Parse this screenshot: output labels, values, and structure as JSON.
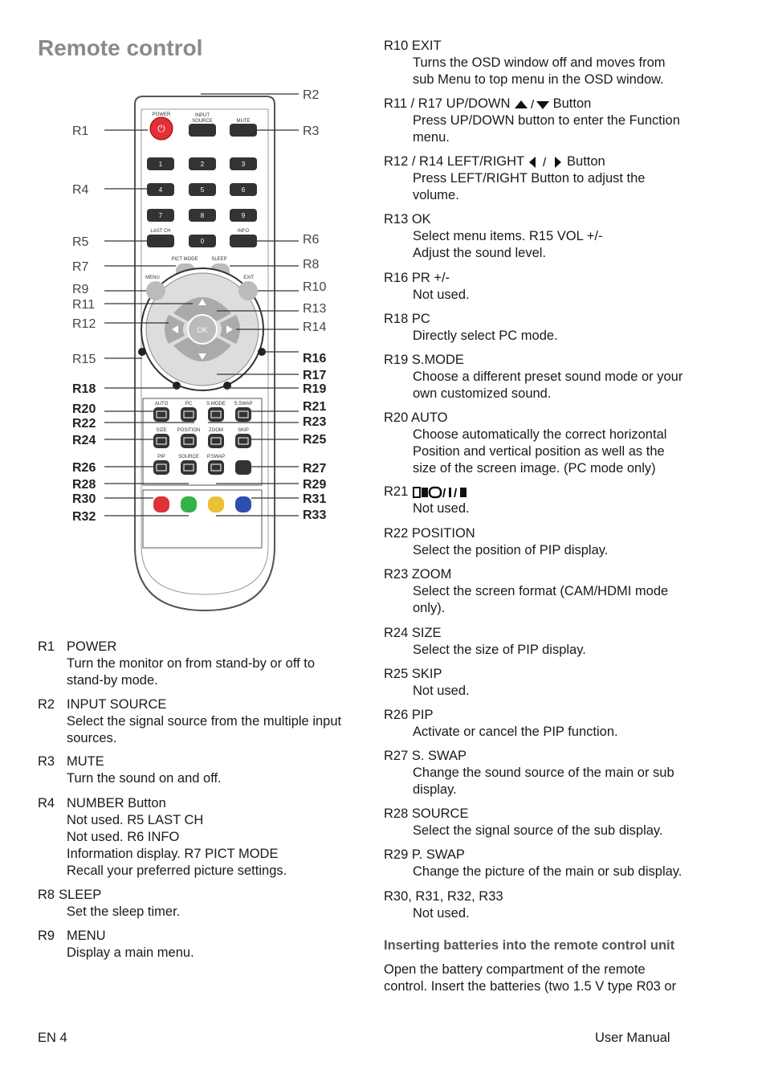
{
  "page": {
    "title": "Remote control",
    "footer_left": "EN 4",
    "footer_right": "User Manual"
  },
  "diagram": {
    "labels": [
      "R1",
      "R2",
      "R3",
      "R4",
      "R5",
      "R6",
      "R7",
      "R8",
      "R9",
      "R10",
      "R11",
      "R12",
      "R13",
      "R14",
      "R15",
      "R16",
      "R17",
      "R18",
      "R19",
      "R20",
      "R21",
      "R22",
      "R23",
      "R24",
      "R25",
      "R26",
      "R27",
      "R28",
      "R29",
      "R30",
      "R31",
      "R32",
      "R33"
    ],
    "keys": {
      "power": "POWER",
      "input": "INPUT SOURCE",
      "mute": "MUTE",
      "digits": [
        "1",
        "2",
        "3",
        "4",
        "5",
        "6",
        "7",
        "8",
        "9"
      ],
      "last_ch": "LAST CH",
      "zero": "0",
      "info": "INFO",
      "pict": "PICT MODE",
      "sleep": "SLEEP",
      "menu": "MENU",
      "exit": "EXIT",
      "ok": "OK",
      "auto": "AUTO",
      "pc": "PC",
      "smode": "S.MODE",
      "sswap": "S.SWAP",
      "size": "SIZE",
      "position": "POSITION",
      "zoom": "ZOOM",
      "skip": "SKIP",
      "pip": "PIP",
      "source": "SOURCE",
      "pswap": "P.SWAP"
    },
    "colors": {
      "red": "#e03038",
      "green": "#34b24a",
      "yellow": "#e9c23a",
      "blue": "#2e4fb0"
    }
  },
  "left_entries": [
    {
      "code": "R1",
      "name": "POWER",
      "desc": [
        "Turn the monitor on from stand-by or off to",
        "stand-by mode."
      ]
    },
    {
      "code": "R2",
      "name": "INPUT SOURCE",
      "desc": [
        "Select the signal source from the multiple input",
        "sources."
      ]
    },
    {
      "code": "R3",
      "name": "MUTE",
      "desc": [
        "Turn the sound on and off."
      ]
    },
    {
      "code": "R4",
      "name": "NUMBER Button",
      "desc": [
        "Not used. R5 LAST CH",
        "Not used. R6 INFO",
        "Information display. R7 PICT MODE",
        "Recall your preferred picture settings."
      ]
    },
    {
      "code": "R8",
      "name": "SLEEP",
      "desc": [
        "Set the sleep timer."
      ]
    },
    {
      "code": "R9",
      "name": "MENU",
      "desc": [
        "Display a main menu."
      ]
    }
  ],
  "right_entries": [
    {
      "head": "R10 EXIT",
      "desc": [
        "Turns the OSD window off and moves from",
        "sub Menu to top menu in the OSD window."
      ]
    },
    {
      "head": "R11 / R17 UP/DOWN",
      "head_suffix": "Button",
      "desc": [
        "Press UP/DOWN button to enter the Function",
        "menu."
      ]
    },
    {
      "head": "R12 / R14 LEFT/RIGHT",
      "head_suffix": "Button",
      "desc": [
        "Press LEFT/RIGHT Button to adjust the",
        "volume."
      ]
    },
    {
      "head": "R13 OK",
      "desc": [
        "Select menu items. R15 VOL +/-",
        "Adjust the sound level."
      ]
    },
    {
      "head": "R16 PR +/-",
      "desc": [
        "Not used."
      ]
    },
    {
      "head": "R18 PC",
      "desc": [
        "Directly select PC mode."
      ]
    },
    {
      "head": "R19 S.MODE",
      "desc": [
        "Choose a different preset sound mode or your",
        "own customized sound."
      ]
    },
    {
      "head": "R20 AUTO",
      "desc": [
        "Choose automatically the correct horizontal",
        "Position and vertical position as well as the",
        "size of the screen image. (PC mode only)"
      ]
    },
    {
      "head": "R21",
      "desc": [
        "Not used."
      ]
    },
    {
      "head": "R22 POSITION",
      "desc": [
        "Select the position of PIP display."
      ]
    },
    {
      "head": "R23 ZOOM",
      "desc": [
        "Select the screen format (CAM/HDMI mode",
        "only)."
      ]
    },
    {
      "head": "R24 SIZE",
      "desc": [
        "Select the size of PIP display."
      ]
    },
    {
      "head": "R25 SKIP",
      "desc": [
        "Not used."
      ]
    },
    {
      "head": "R26 PIP",
      "desc": [
        "Activate or cancel the PIP function."
      ]
    },
    {
      "head": "R27 S. SWAP",
      "desc": [
        "Change the sound source of the main or sub",
        "display."
      ]
    },
    {
      "head": "R28 SOURCE",
      "desc": [
        "Select the signal source of the sub display."
      ]
    },
    {
      "head": "R29 P. SWAP",
      "desc": [
        "Change the picture of the main or sub display."
      ]
    },
    {
      "head": "R30, R31, R32, R33",
      "desc": [
        "Not used."
      ]
    }
  ],
  "battery": {
    "heading": "Inserting batteries into the remote control unit",
    "lines": [
      "Open the battery compartment of the remote",
      "control. Insert the batteries (two 1.5 V type R03 or"
    ]
  }
}
